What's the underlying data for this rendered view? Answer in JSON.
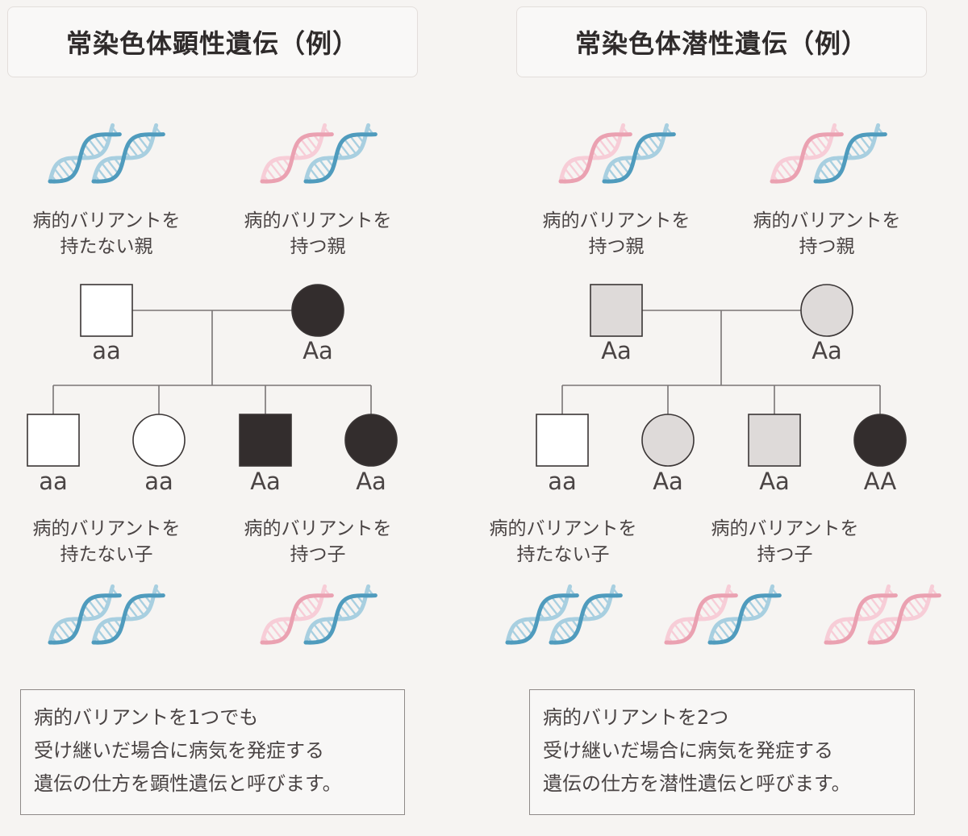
{
  "colors": {
    "blue": "#4f9bbd",
    "blue_light": "#a8cfe0",
    "pink": "#eaa1b1",
    "pink_light": "#f7cdd7",
    "affected": "#332d2d",
    "carrier": "#dedad9",
    "unaffected": "#ffffff"
  },
  "dominant": {
    "title": "常染色体顕性遺伝（例）",
    "parent_left": {
      "line1": "病的バリアントを",
      "line2": "持たない親",
      "genotype": "aa",
      "dna": [
        "blue",
        "blue"
      ]
    },
    "parent_right": {
      "line1": "病的バリアントを",
      "line2": "持つ親",
      "genotype": "Aa",
      "dna": [
        "pink",
        "blue"
      ]
    },
    "children": [
      {
        "genotype": "aa",
        "shape": "square",
        "status": "unaffected"
      },
      {
        "genotype": "aa",
        "shape": "circle",
        "status": "unaffected"
      },
      {
        "genotype": "Aa",
        "shape": "square",
        "status": "affected"
      },
      {
        "genotype": "Aa",
        "shape": "circle",
        "status": "affected"
      }
    ],
    "child_left": {
      "line1": "病的バリアントを",
      "line2": "持たない子",
      "dna": [
        "blue",
        "blue"
      ]
    },
    "child_right": {
      "line1": "病的バリアントを",
      "line2": "持つ子",
      "dna": [
        "pink",
        "blue"
      ]
    },
    "note": {
      "line1": "病的バリアントを1つでも",
      "line2": "受け継いだ場合に病気を発症する",
      "line3": "遺伝の仕方を顕性遺伝と呼びます。"
    }
  },
  "recessive": {
    "title": "常染色体潜性遺伝（例）",
    "parent_left": {
      "line1": "病的バリアントを",
      "line2": "持つ親",
      "genotype": "Aa",
      "dna": [
        "pink",
        "blue"
      ]
    },
    "parent_right": {
      "line1": "病的バリアントを",
      "line2": "持つ親",
      "genotype": "Aa",
      "dna": [
        "pink",
        "blue"
      ]
    },
    "children": [
      {
        "genotype": "aa",
        "shape": "square",
        "status": "unaffected"
      },
      {
        "genotype": "Aa",
        "shape": "circle",
        "status": "carrier"
      },
      {
        "genotype": "Aa",
        "shape": "square",
        "status": "carrier"
      },
      {
        "genotype": "AA",
        "shape": "circle",
        "status": "affected"
      }
    ],
    "child_left": {
      "line1": "病的バリアントを",
      "line2": "持たない子",
      "dna": [
        "blue",
        "blue"
      ]
    },
    "child_right": {
      "line1": "病的バリアントを",
      "line2": "持つ子",
      "dna": [
        "pink",
        "blue"
      ]
    },
    "child_extra_dna": [
      "pink",
      "pink"
    ],
    "note": {
      "line1": "病的バリアントを2つ",
      "line2": "受け継いだ場合に病気を発症する",
      "line3": "遺伝の仕方を潜性遺伝と呼びます。"
    }
  }
}
